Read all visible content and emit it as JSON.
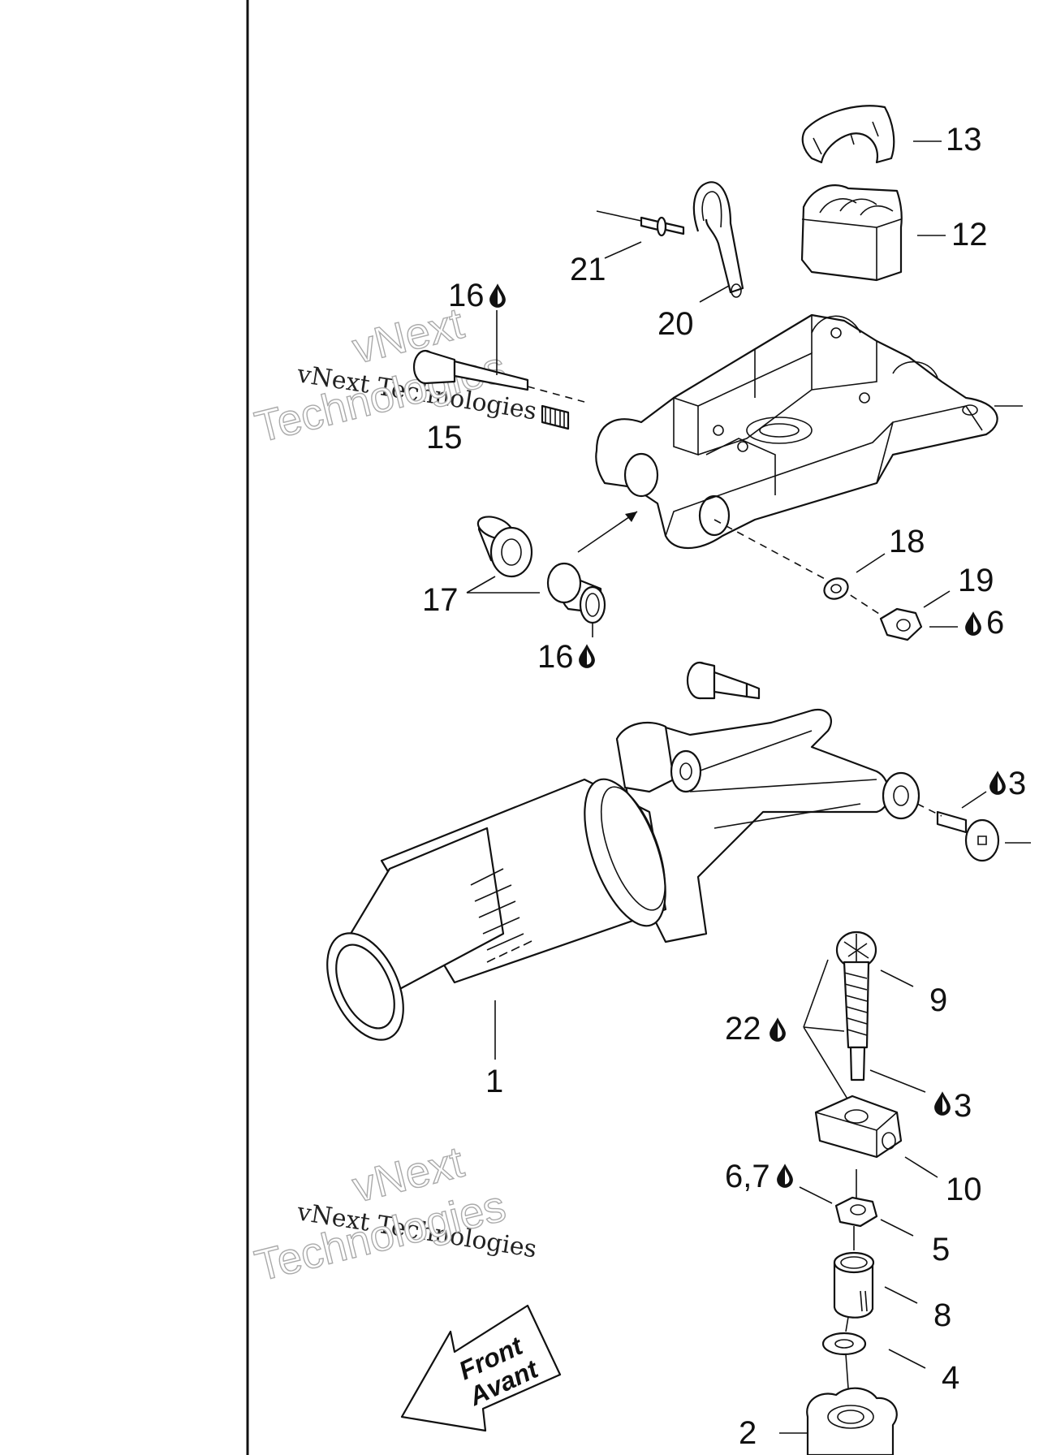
{
  "labels": {
    "p13": "13",
    "p12": "12",
    "p21": "21",
    "p20": "20",
    "p16_top": "16",
    "p15": "15",
    "p18": "18",
    "p19": "19",
    "p6_nut": "6",
    "p17": "17",
    "p16_bottom": "16",
    "p3_right": "3",
    "p1": "1",
    "p9": "9",
    "p22": "22",
    "p3_lower": "3",
    "p10": "10",
    "p67": "6,7",
    "p5": "5",
    "p8": "8",
    "p4": "4",
    "p2": "2"
  },
  "watermark": {
    "line_small": "vNext Technologies",
    "line_big_1": "vNext",
    "line_big_2": "Technologies"
  },
  "direction_arrow": {
    "line1": "Front",
    "line2": "Avant"
  },
  "icons": [
    "drop-icon"
  ]
}
